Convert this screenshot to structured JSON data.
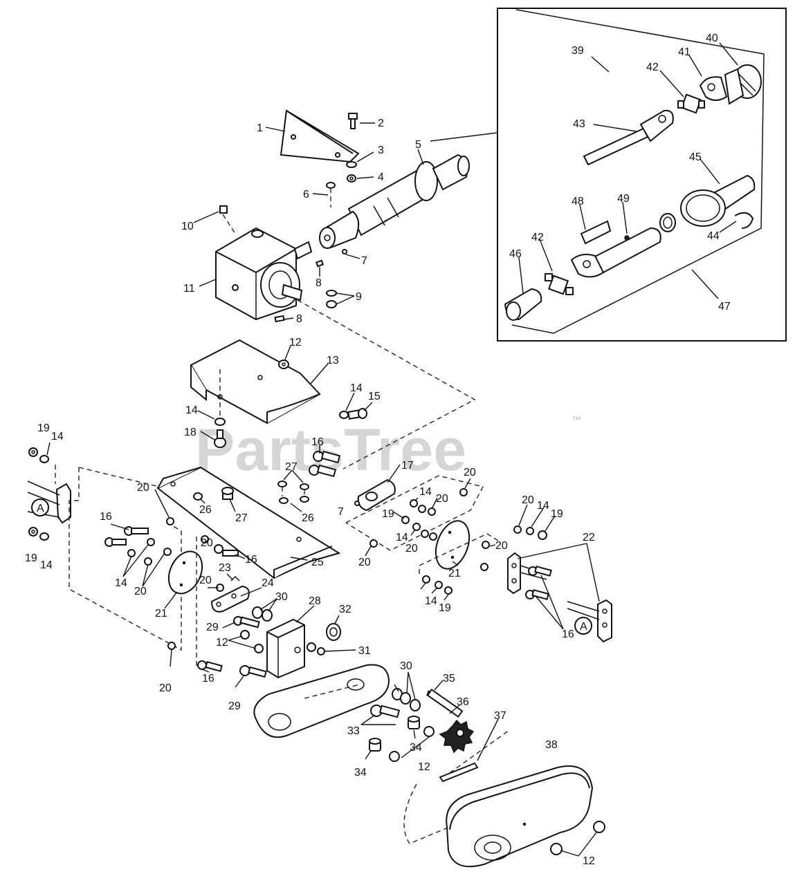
{
  "watermark": {
    "text": "PartsTree",
    "trademark": "™"
  },
  "callouts": [
    {
      "id": "c1",
      "text": "1"
    },
    {
      "id": "c2",
      "text": "2"
    },
    {
      "id": "c3",
      "text": "3"
    },
    {
      "id": "c4",
      "text": "4"
    },
    {
      "id": "c5",
      "text": "5"
    },
    {
      "id": "c6",
      "text": "6"
    },
    {
      "id": "c7a",
      "text": "7"
    },
    {
      "id": "c7b",
      "text": "7"
    },
    {
      "id": "c8a",
      "text": "8"
    },
    {
      "id": "c8b",
      "text": "8"
    },
    {
      "id": "c9",
      "text": "9"
    },
    {
      "id": "c10",
      "text": "10"
    },
    {
      "id": "c11",
      "text": "11"
    },
    {
      "id": "c12a",
      "text": "12"
    },
    {
      "id": "c12b",
      "text": "12"
    },
    {
      "id": "c12c",
      "text": "12"
    },
    {
      "id": "c12d",
      "text": "12"
    },
    {
      "id": "c13",
      "text": "13"
    },
    {
      "id": "c14a",
      "text": "14"
    },
    {
      "id": "c14b",
      "text": "14"
    },
    {
      "id": "c14c",
      "text": "14"
    },
    {
      "id": "c14d",
      "text": "14"
    },
    {
      "id": "c14e",
      "text": "14"
    },
    {
      "id": "c14f",
      "text": "14"
    },
    {
      "id": "c14g",
      "text": "14"
    },
    {
      "id": "c14h",
      "text": "14"
    },
    {
      "id": "c14i",
      "text": "14"
    },
    {
      "id": "c15",
      "text": "15"
    },
    {
      "id": "c16a",
      "text": "16"
    },
    {
      "id": "c16b",
      "text": "16"
    },
    {
      "id": "c16c",
      "text": "16"
    },
    {
      "id": "c16d",
      "text": "16"
    },
    {
      "id": "c16e",
      "text": "16"
    },
    {
      "id": "c17",
      "text": "17"
    },
    {
      "id": "c18",
      "text": "18"
    },
    {
      "id": "c19a",
      "text": "19"
    },
    {
      "id": "c19b",
      "text": "19"
    },
    {
      "id": "c19c",
      "text": "19"
    },
    {
      "id": "c19d",
      "text": "19"
    },
    {
      "id": "c19e",
      "text": "19"
    },
    {
      "id": "c20a",
      "text": "20"
    },
    {
      "id": "c20b",
      "text": "20"
    },
    {
      "id": "c20c",
      "text": "20"
    },
    {
      "id": "c20d",
      "text": "20"
    },
    {
      "id": "c20e",
      "text": "20"
    },
    {
      "id": "c20f",
      "text": "20"
    },
    {
      "id": "c20g",
      "text": "20"
    },
    {
      "id": "c20h",
      "text": "20"
    },
    {
      "id": "c20i",
      "text": "20"
    },
    {
      "id": "c20j",
      "text": "20"
    },
    {
      "id": "c20k",
      "text": "20"
    },
    {
      "id": "c21a",
      "text": "21"
    },
    {
      "id": "c21b",
      "text": "21"
    },
    {
      "id": "c22",
      "text": "22"
    },
    {
      "id": "c23",
      "text": "23"
    },
    {
      "id": "c24",
      "text": "24"
    },
    {
      "id": "c25",
      "text": "25"
    },
    {
      "id": "c26a",
      "text": "26"
    },
    {
      "id": "c26b",
      "text": "26"
    },
    {
      "id": "c27a",
      "text": "27"
    },
    {
      "id": "c27b",
      "text": "27"
    },
    {
      "id": "c28",
      "text": "28"
    },
    {
      "id": "c29a",
      "text": "29"
    },
    {
      "id": "c29b",
      "text": "29"
    },
    {
      "id": "c30a",
      "text": "30"
    },
    {
      "id": "c30b",
      "text": "30"
    },
    {
      "id": "c31",
      "text": "31"
    },
    {
      "id": "c32",
      "text": "32"
    },
    {
      "id": "c33",
      "text": "33"
    },
    {
      "id": "c34a",
      "text": "34"
    },
    {
      "id": "c34b",
      "text": "34"
    },
    {
      "id": "c35",
      "text": "35"
    },
    {
      "id": "c36",
      "text": "36"
    },
    {
      "id": "c37",
      "text": "37"
    },
    {
      "id": "c38",
      "text": "38"
    },
    {
      "id": "c39",
      "text": "39"
    },
    {
      "id": "c40",
      "text": "40"
    },
    {
      "id": "c41",
      "text": "41"
    },
    {
      "id": "c42a",
      "text": "42"
    },
    {
      "id": "c42b",
      "text": "42"
    },
    {
      "id": "c43",
      "text": "43"
    },
    {
      "id": "c44",
      "text": "44"
    },
    {
      "id": "c45",
      "text": "45"
    },
    {
      "id": "c46",
      "text": "46"
    },
    {
      "id": "c47",
      "text": "47"
    },
    {
      "id": "c48",
      "text": "48"
    },
    {
      "id": "c49",
      "text": "49"
    },
    {
      "id": "refA1",
      "text": "A"
    },
    {
      "id": "refA2",
      "text": "A"
    }
  ]
}
